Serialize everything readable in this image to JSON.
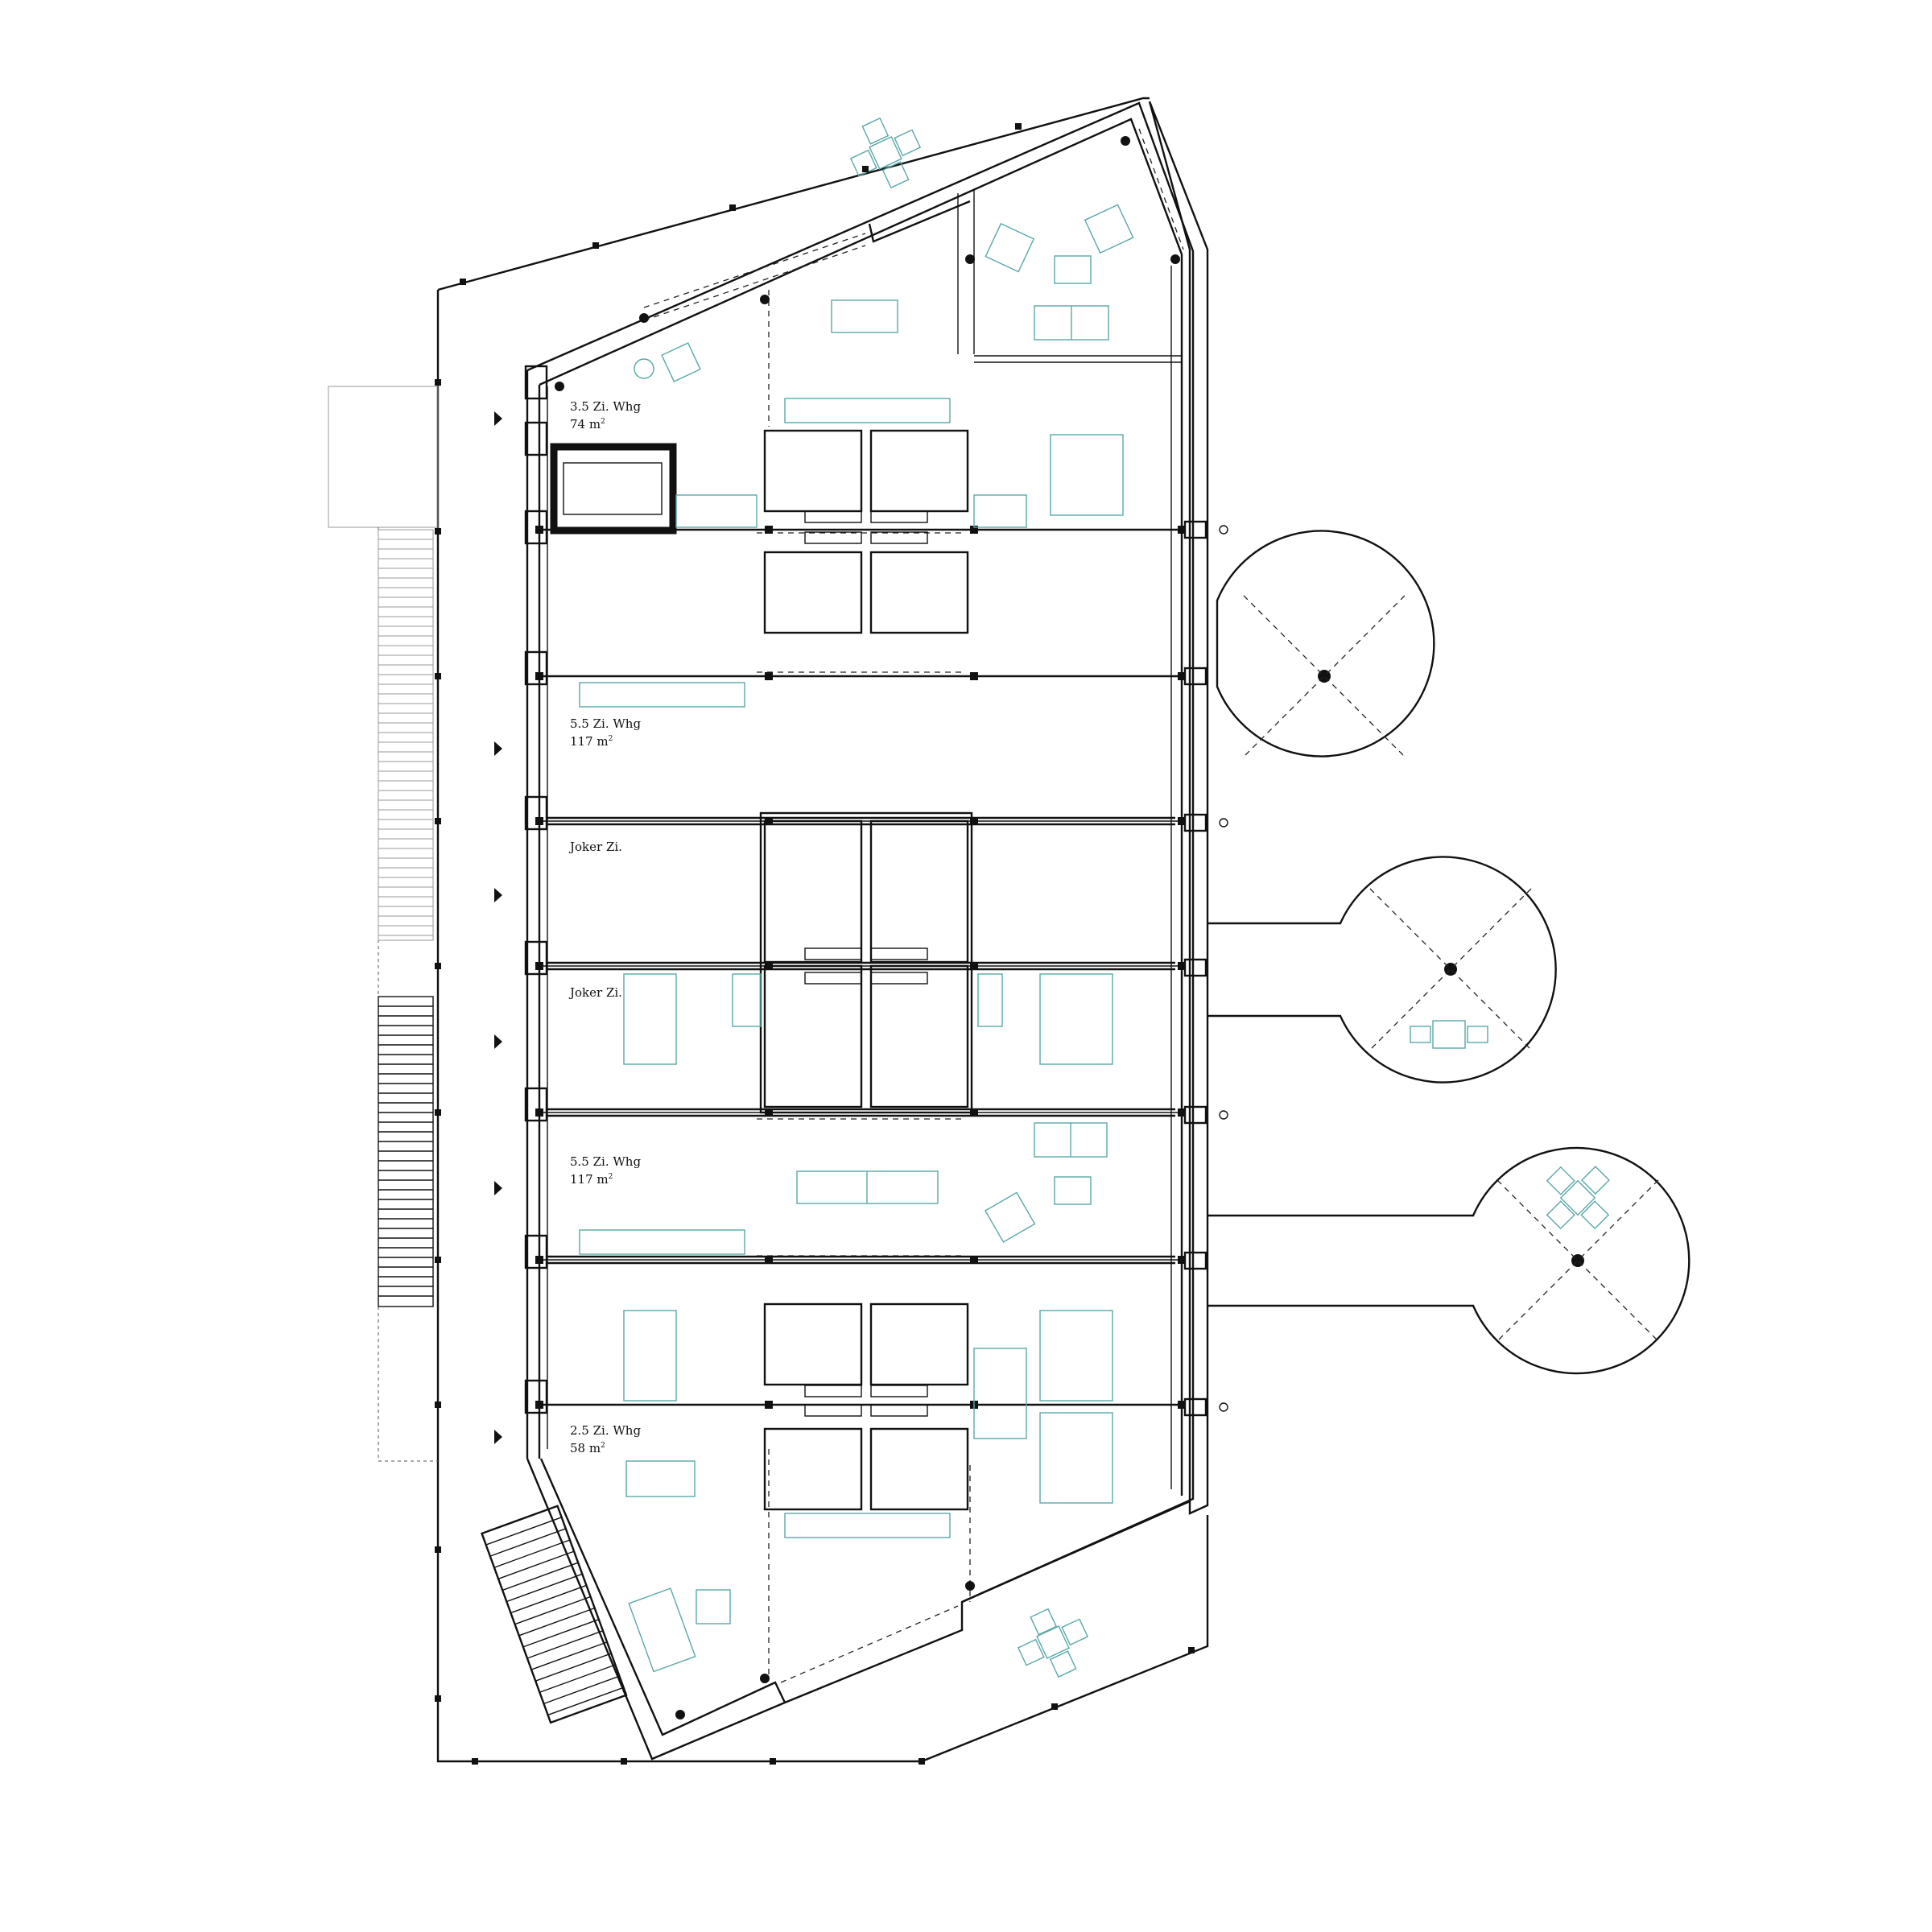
{
  "units": [
    {
      "name": "3.5 Zi. Whg",
      "area": "74 m",
      "sup": "2"
    },
    {
      "name": "5.5 Zi. Whg",
      "area": "117 m",
      "sup": "2"
    },
    {
      "name": "Joker Zi."
    },
    {
      "name": "Joker Zi."
    },
    {
      "name": "5.5 Zi. Whg",
      "area": "117 m",
      "sup": "2"
    },
    {
      "name": "2.5 Zi. Whg",
      "area": "58 m",
      "sup": "2"
    }
  ],
  "colors": {
    "walls": "#111111",
    "furniture": "#5aa7a7",
    "background": "#ffffff"
  }
}
